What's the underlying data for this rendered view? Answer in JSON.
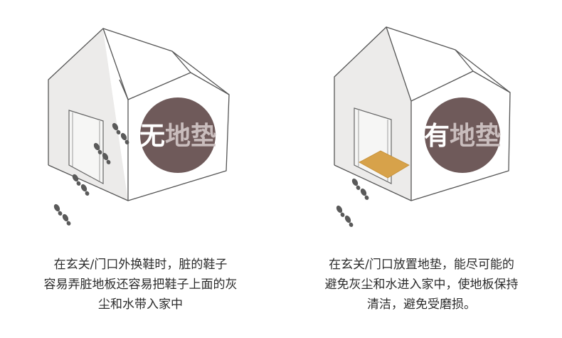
{
  "colors": {
    "badge": "#6f5a5a",
    "badge_text_first": "#ffffff",
    "badge_text_rest": "#c9bdbd",
    "line": "#555555",
    "wall_shade": "#ecebea",
    "mat": "#d7a24a",
    "footprint": "#5a5a5a"
  },
  "left": {
    "badge_first": "无",
    "badge_rest": "地垫",
    "caption": [
      "在玄关/门口外换鞋时，脏的鞋子",
      "容易弄脏地板还容易把鞋子上面的灰",
      "尘和水带入家中"
    ]
  },
  "right": {
    "badge_first": "有",
    "badge_rest": "地垫",
    "caption": [
      "在玄关/门口放置地垫，能尽可能的",
      "避免灰尘和水进入家中，使地板保持",
      "清洁，避免受磨损。"
    ]
  }
}
